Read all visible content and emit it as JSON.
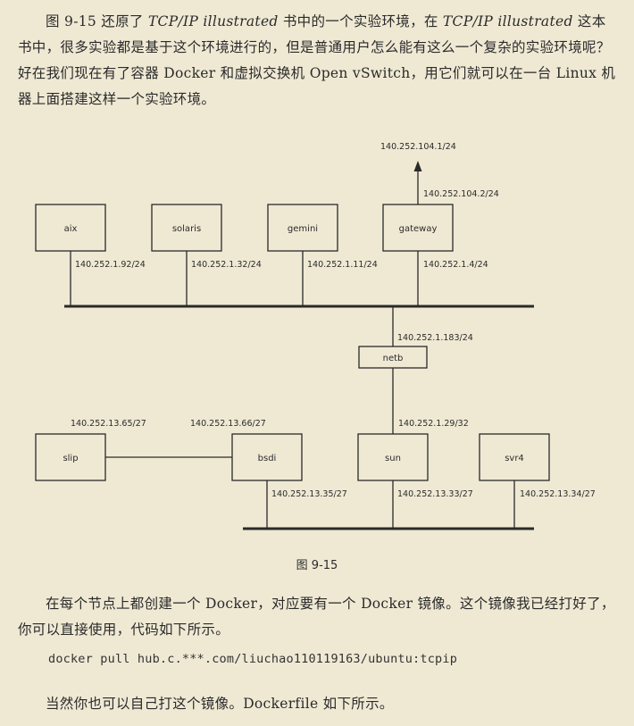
{
  "intro": {
    "line1_a": "图 9-15 还原了 ",
    "line1_b": "TCP/IP illustrated",
    "line1_c": " 书中的一个实验环境，在 ",
    "line1_d": "TCP/IP illustrated",
    "line1_e": " 这本书中，很",
    "rest": "多实验都是基于这个环境进行的，但是普通用户怎么能有这么一个复杂的实验环境呢？好在我们现在有了容器 Docker 和虚拟交换机 Open vSwitch，用它们就可以在一台 Linux 机器上面搭建这样一个实验环境。"
  },
  "figure": {
    "caption": "图 9-15",
    "nodes": {
      "aix": "aix",
      "solaris": "solaris",
      "gemini": "gemini",
      "gateway": "gateway",
      "netb": "netb",
      "slip": "slip",
      "bsdi": "bsdi",
      "sun": "sun",
      "svr4": "svr4"
    },
    "ips": {
      "external": "140.252.104.1/24",
      "gateway_ext": "140.252.104.2/24",
      "aix": "140.252.1.92/24",
      "solaris": "140.252.1.32/24",
      "gemini": "140.252.1.11/24",
      "gateway": "140.252.1.4/24",
      "netb": "140.252.1.183/24",
      "sun_ptp": "140.252.1.29/32",
      "slip": "140.252.13.65/27",
      "bsdi_slip": "140.252.13.66/27",
      "bsdi": "140.252.13.35/27",
      "sun": "140.252.13.33/27",
      "svr4": "140.252.13.34/27"
    }
  },
  "body": {
    "docker_para": "在每个节点上都创建一个 Docker，对应要有一个 Docker 镜像。这个镜像我已经打好了，你可以直接使用，代码如下所示。",
    "code": "docker pull hub.c.***.com/liuchao110119163/ubuntu:tcpip",
    "dockerfile_para": "当然你也可以自己打这个镜像。Dockerfile 如下所示。"
  },
  "colors": {
    "background": "#efe9d4",
    "ink": "#2a2a2a"
  }
}
